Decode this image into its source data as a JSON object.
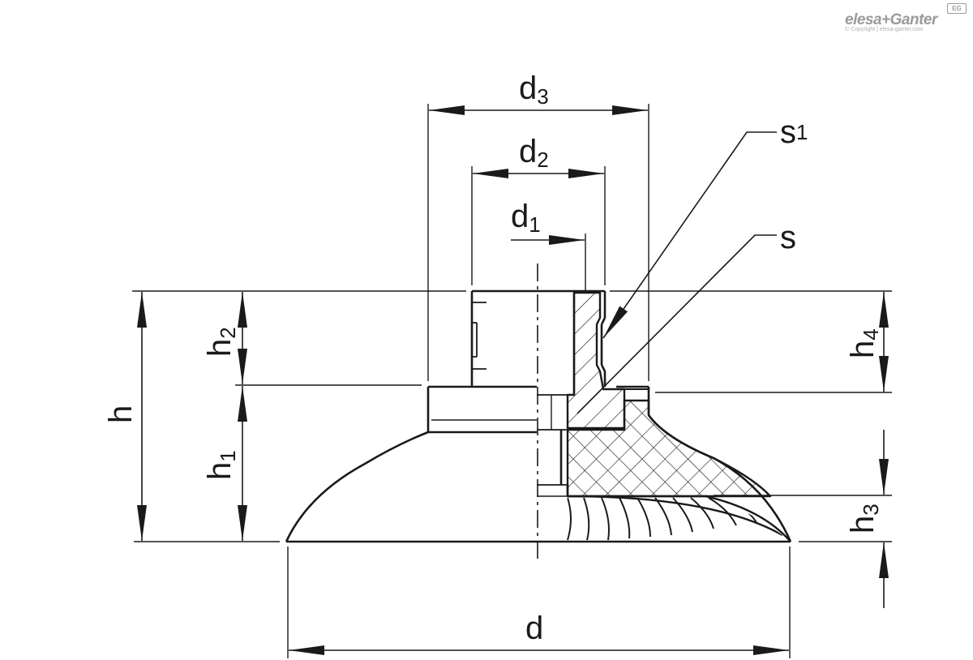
{
  "brand": {
    "name": "elesa+Ganter",
    "copyright": "© Copyright | elesa-ganter.com",
    "badge": "EG"
  },
  "labels": {
    "d3": {
      "main": "d",
      "sub": "3"
    },
    "d2": {
      "main": "d",
      "sub": "2"
    },
    "d1": {
      "main": "d",
      "sub": "1"
    },
    "d": {
      "main": "d",
      "sub": ""
    },
    "s1": {
      "main": "s",
      "sub": "1"
    },
    "s": {
      "main": "s",
      "sub": ""
    },
    "h": {
      "main": "h",
      "sub": ""
    },
    "h1": {
      "main": "h",
      "sub": "1"
    },
    "h2": {
      "main": "h",
      "sub": "2"
    },
    "h3": {
      "main": "h",
      "sub": "3"
    },
    "h4": {
      "main": "h",
      "sub": "4"
    }
  }
}
